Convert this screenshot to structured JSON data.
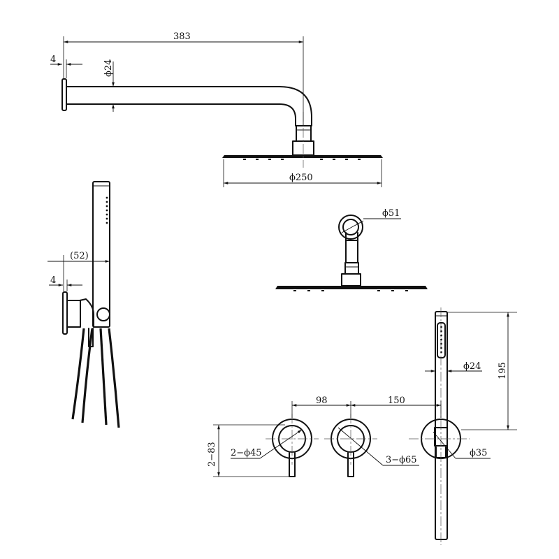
{
  "dimensions": {
    "arm_length": "383",
    "flange_thickness_top": "4",
    "arm_diameter": "ϕ24",
    "head_diameter": "ϕ250",
    "wall_flange_diameter": "ϕ51",
    "handshower_offset": "(52)",
    "flange_thickness_side": "4",
    "spacing_98": "98",
    "spacing_150": "150",
    "handle_height": "195",
    "hand_diameter": "ϕ24",
    "depth": "2−83",
    "knob_diameter": "2−ϕ45",
    "cover_diameter": "3−ϕ65",
    "holder_diameter": "ϕ35"
  }
}
